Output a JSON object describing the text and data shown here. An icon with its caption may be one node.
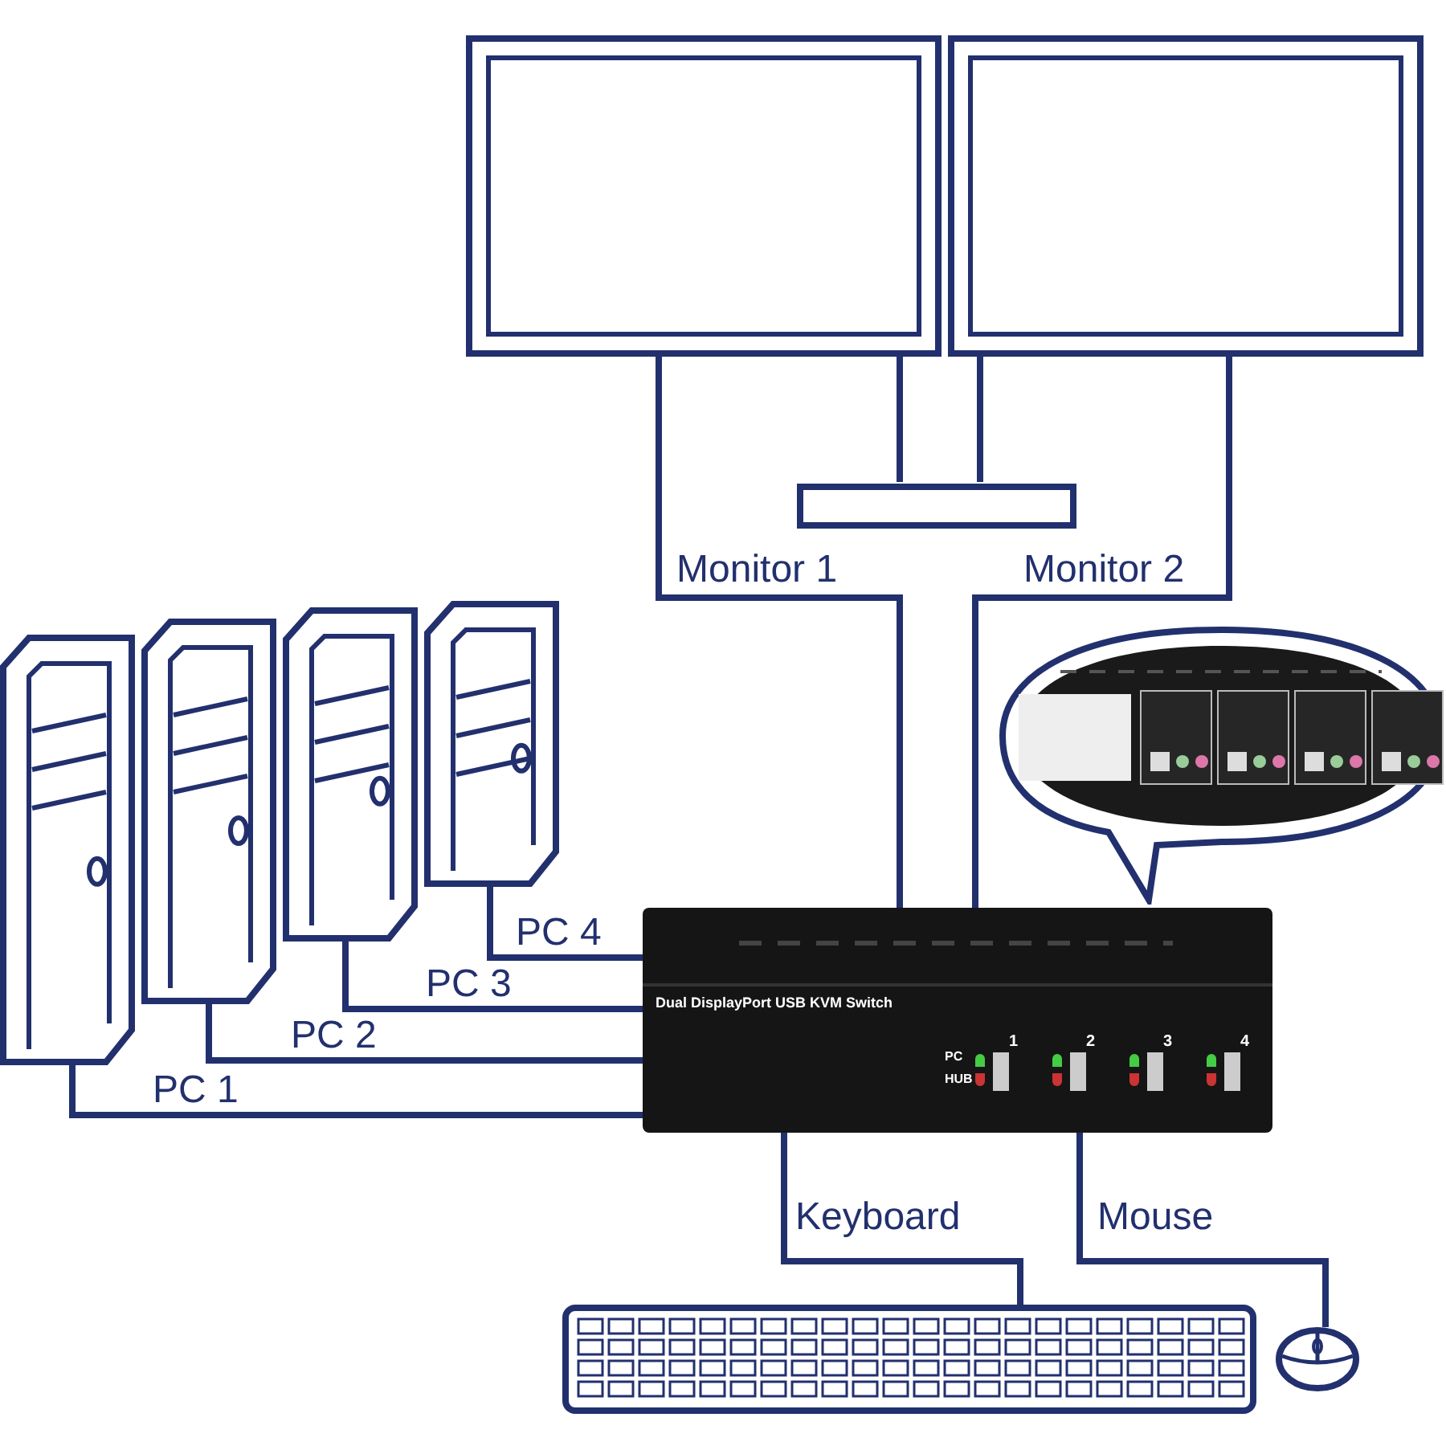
{
  "diagram": {
    "nodes": [
      {
        "text": [],
        "shape": "picture"
      },
      {
        "text": [],
        "shape": "picture"
      },
      {
        "text": [],
        "shape": "picture"
      },
      {
        "text": [],
        "shape": "picture"
      },
      {
        "text": [],
        "shape": "picture"
      },
      {
        "text": [],
        "shape": "picture"
      },
      {
        "text": [],
        "shape": "picture"
      },
      {
        "text": [
          "Dual DisplayPort USB KVM Switch",
          "PC",
          "HUB",
          "1",
          "2",
          "3",
          "4"
        ]
      },
      {
        "text": [],
        "shape": "picture"
      },
      {
        "text": [],
        "shape": "picture"
      }
    ],
    "edges": [
      {
        "from": 7,
        "to": 0,
        "arrow": "none",
        "label": "Monitor 1"
      },
      {
        "from": 7,
        "to": 1,
        "arrow": "none",
        "label": "Monitor 2"
      },
      {
        "from": 2,
        "to": 7,
        "arrow": "none",
        "label": "PC 1"
      },
      {
        "from": 3,
        "to": 7,
        "arrow": "none",
        "label": "PC 2"
      },
      {
        "from": 4,
        "to": 7,
        "arrow": "none",
        "label": "PC 3"
      },
      {
        "from": 5,
        "to": 7,
        "arrow": "none",
        "label": "PC 4"
      },
      {
        "from": 7,
        "to": 8,
        "arrow": "none",
        "label": "Keyboard"
      },
      {
        "from": 7,
        "to": 9,
        "arrow": "none",
        "label": "Mouse"
      }
    ]
  }
}
